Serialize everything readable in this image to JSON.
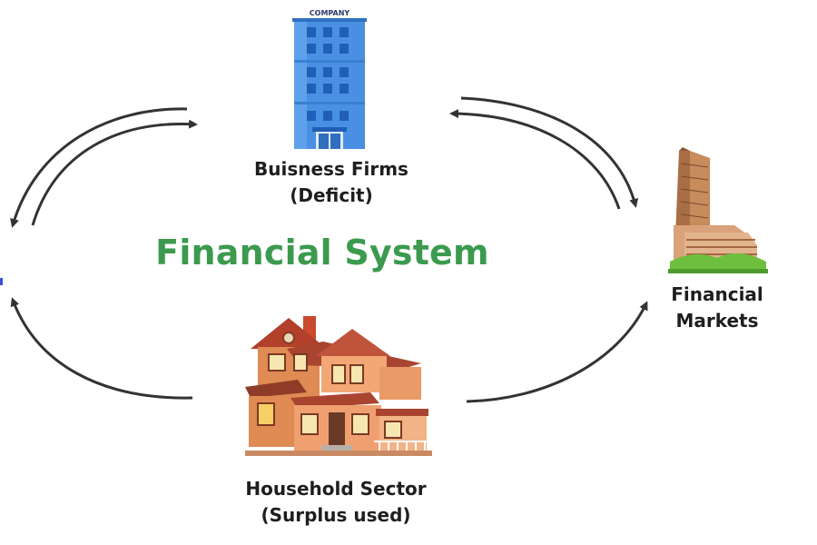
{
  "diagram": {
    "title": "Financial System",
    "nodes": {
      "business": {
        "line1": "Buisness Firms",
        "line2": "(Deficit)",
        "sign": "COMPANY",
        "icon": "office-building-icon"
      },
      "markets": {
        "line1": "Financial",
        "line2": "Markets",
        "icon": "stock-exchange-tower-icon"
      },
      "household": {
        "line1": "Household Sector",
        "line2": "(Surplus used)",
        "icon": "house-icon"
      }
    },
    "colors": {
      "title": "#3b9a4e",
      "arrows": "#333333",
      "building": "#4a90e2",
      "house": "#d9703e",
      "tower": "#c78b5c",
      "grass": "#6fbf3f"
    }
  }
}
